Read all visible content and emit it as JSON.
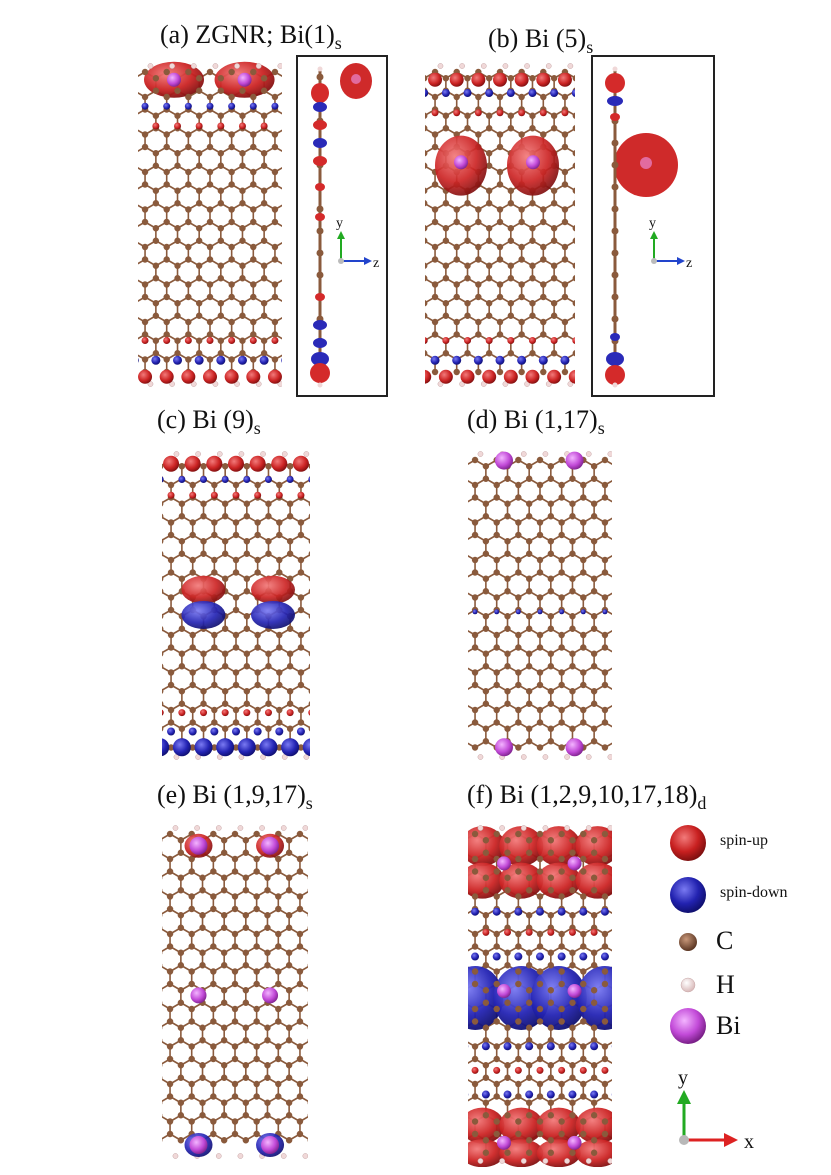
{
  "figure": {
    "panels": [
      {
        "id": "a",
        "label_prefix": "(a) ZGNR; Bi(1)",
        "label_sub": "s"
      },
      {
        "id": "b",
        "label_prefix": "(b) Bi (5)",
        "label_sub": "s"
      },
      {
        "id": "c",
        "label_prefix": "(c) Bi (9)",
        "label_sub": "s"
      },
      {
        "id": "d",
        "label_prefix": "(d) Bi (1,17)",
        "label_sub": "s"
      },
      {
        "id": "e",
        "label_prefix": "(e) Bi (1,9,17)",
        "label_sub": "s"
      },
      {
        "id": "f",
        "label_prefix": "(f) Bi (1,2,9,10,17,18)",
        "label_sub": "d"
      }
    ],
    "axes_small": {
      "y": "y",
      "z": "z"
    },
    "axes_large": {
      "y": "y",
      "x": "x"
    },
    "legend": {
      "spin_up": "spin-up",
      "spin_down": "spin-down",
      "carbon": "C",
      "hydrogen": "H",
      "bismuth": "Bi"
    },
    "colors": {
      "spin_up": "#d42a2a",
      "spin_down": "#2a2ab8",
      "carbon": "#8a5a3c",
      "hydrogen": "#f0d8d8",
      "bismuth": "#c24ad8",
      "y_axis": "#22aa22",
      "z_axis": "#2244cc",
      "x_axis": "#dd2222"
    }
  }
}
